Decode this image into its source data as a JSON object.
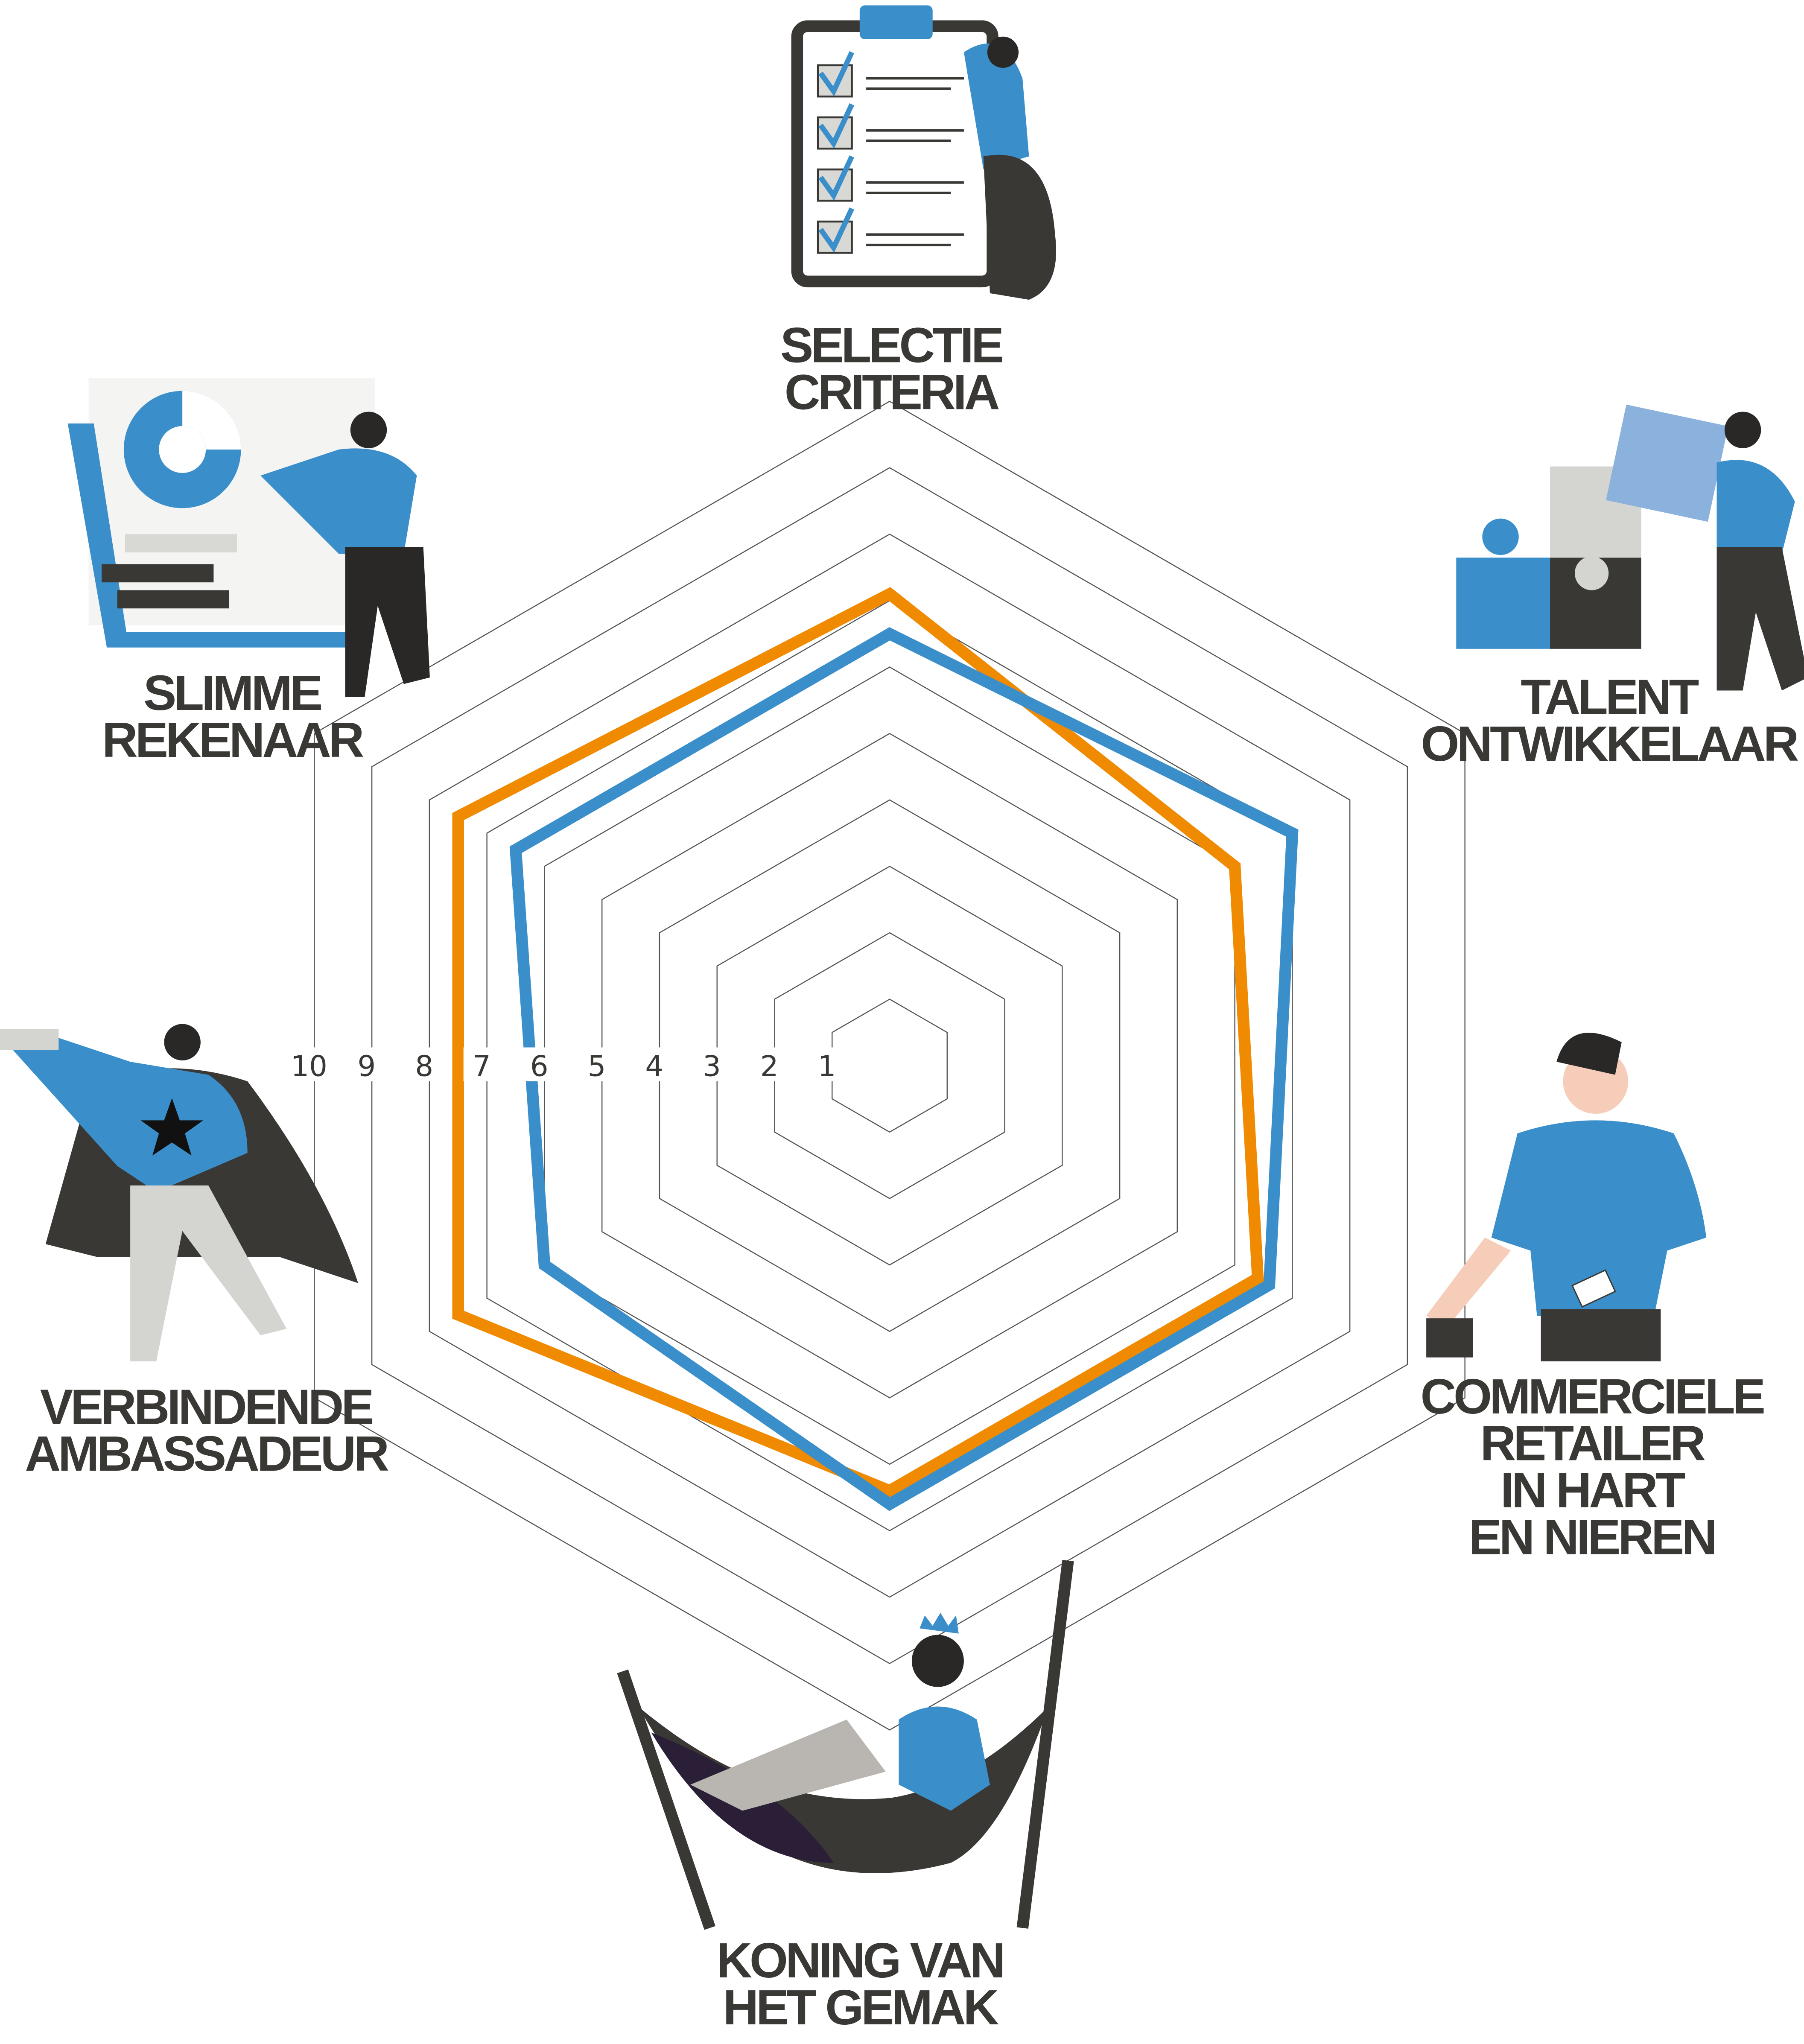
{
  "chart_data": {
    "type": "radar",
    "title": "",
    "axes": [
      {
        "lines": [
          "SELECTIE",
          "CRITERIA"
        ]
      },
      {
        "lines": [
          "TALENT",
          "ONTWIKKELAAR"
        ]
      },
      {
        "lines": [
          "COMMERCIELE",
          "RETAILER",
          "IN HART",
          "EN NIEREN"
        ]
      },
      {
        "lines": [
          "KONING VAN",
          "HET GEMAK"
        ]
      },
      {
        "lines": [
          "VERBINDENDE",
          "AMBASSADEUR"
        ]
      },
      {
        "lines": [
          "SLIMME",
          "REKENAAR"
        ]
      }
    ],
    "scale": {
      "min": 0,
      "max": 10,
      "ticks": [
        "1",
        "2",
        "3",
        "4",
        "5",
        "6",
        "7",
        "8",
        "9",
        "10"
      ]
    },
    "grid": true,
    "series": [
      {
        "name": "orange",
        "color": "#F08A00",
        "values": [
          7.1,
          6.0,
          6.4,
          6.4,
          7.5,
          7.5
        ]
      },
      {
        "name": "blue",
        "color": "#3A8FCB",
        "values": [
          6.5,
          7.0,
          6.6,
          6.6,
          6.0,
          6.5
        ]
      }
    ]
  },
  "colors": {
    "text": "#3a3835",
    "grid": "#555555",
    "blue": "#3A8FCB",
    "dark": "#3a3835"
  }
}
